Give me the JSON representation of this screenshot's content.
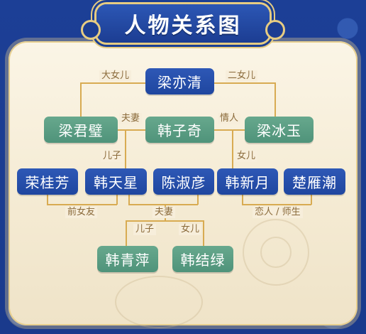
{
  "title": "人物关系图",
  "colors": {
    "background": "#1b3f93",
    "panel": "#f7eedb",
    "node_blue": "#2a52ad",
    "node_green": "#5c9e84",
    "connector": "#d8ab52",
    "label_text": "#8a6a3a"
  },
  "nodes": {
    "liang_yiqing": "梁亦清",
    "liang_junbi": "梁君璧",
    "han_ziqi": "韩子奇",
    "liang_bingyu": "梁冰玉",
    "rong_guifang": "荣桂芳",
    "han_tianxing": "韩天星",
    "chen_shuyan": "陈淑彦",
    "han_xinyue": "韩新月",
    "chu_yanchao": "楚雁潮",
    "han_qingping": "韩青萍",
    "han_jielv": "韩结绿"
  },
  "labels": {
    "eldest_daughter": "大女儿",
    "second_daughter": "二女儿",
    "husband_wife_1": "夫妻",
    "lover": "情人",
    "son_1": "儿子",
    "daughter_1": "女儿",
    "ex_girlfriend": "前女友",
    "husband_wife_2": "夫妻",
    "lovers_teacher_student": "恋人 / 师生",
    "son_2": "儿子",
    "daughter_2": "女儿"
  }
}
